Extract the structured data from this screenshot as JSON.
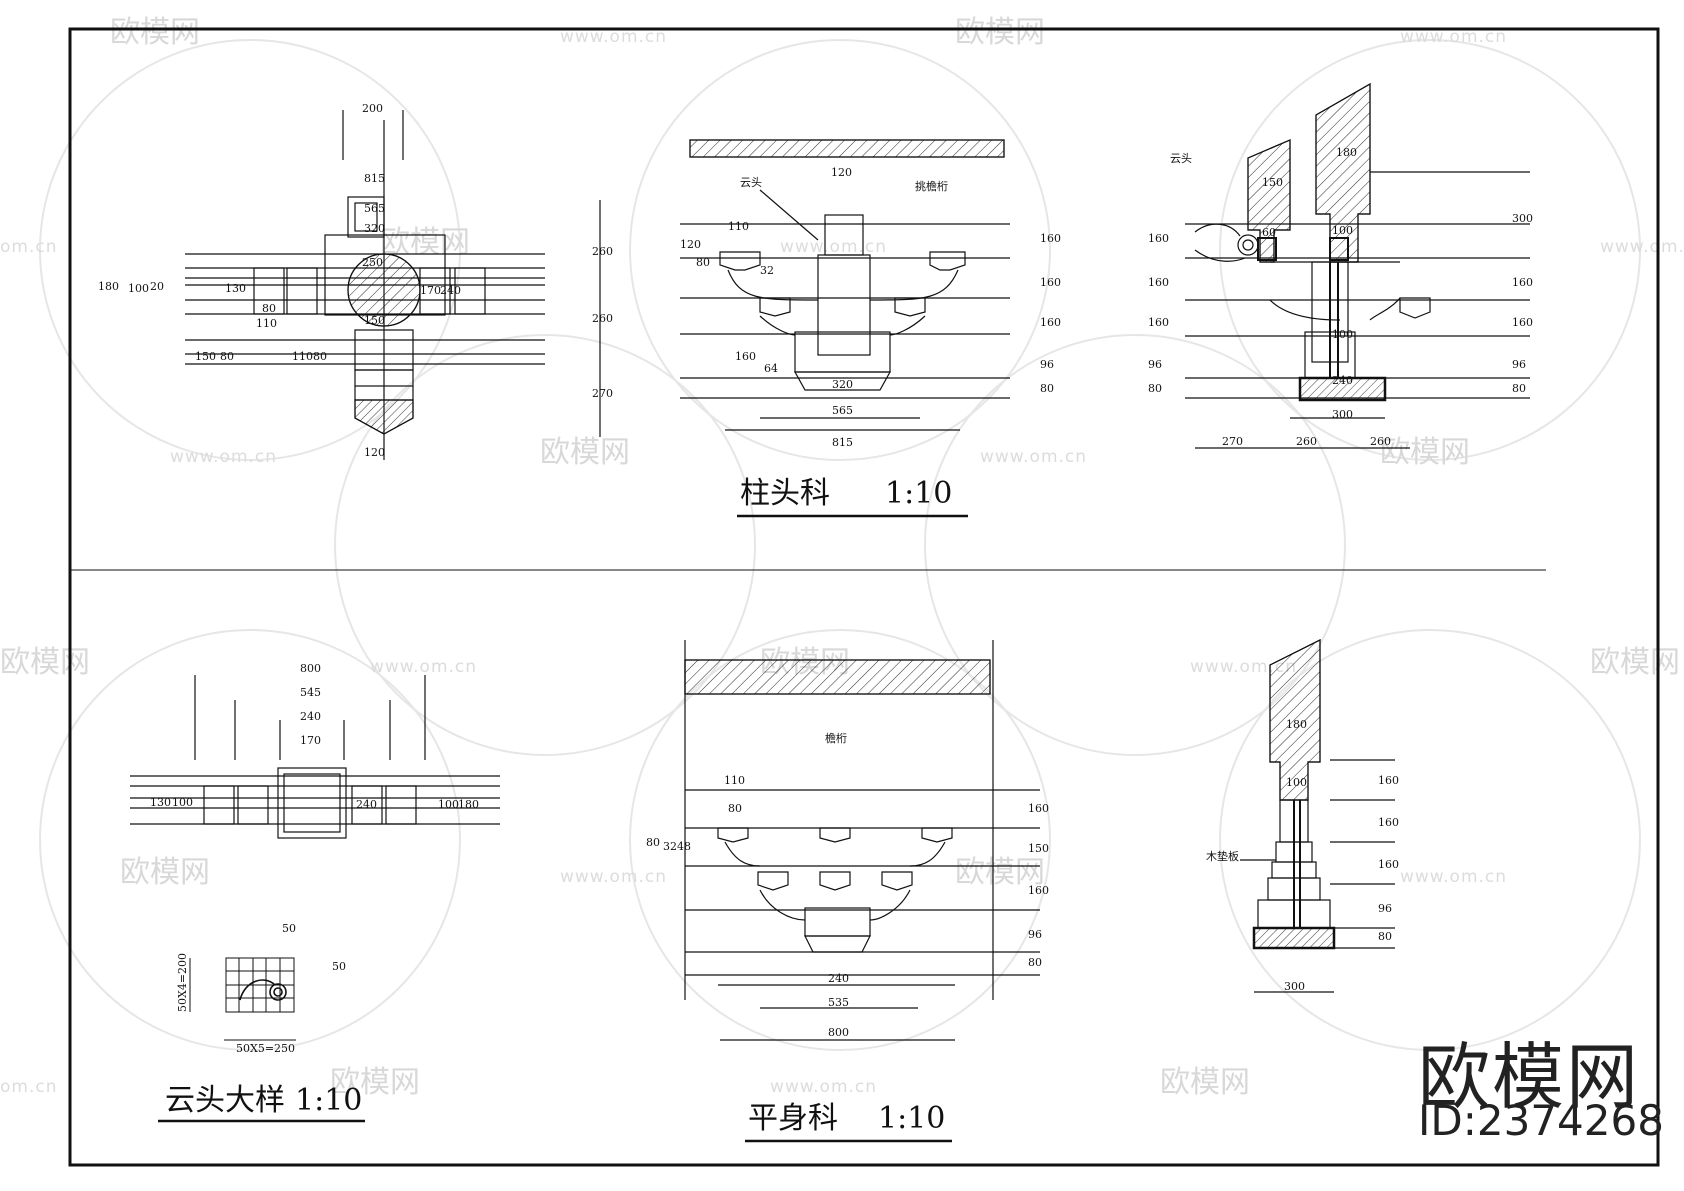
{
  "drawing": {
    "top_section": {
      "title": "柱头科",
      "scale": "1:10",
      "plan_view": {
        "dims": [
          "200",
          "815",
          "565",
          "320",
          "250",
          "180",
          "100",
          "20",
          "130",
          "170",
          "240",
          "80",
          "110",
          "150",
          "150",
          "80",
          "110",
          "80",
          "120"
        ],
        "side_dims": [
          "260",
          "260",
          "270"
        ]
      },
      "elevation_view": {
        "labels": [
          "云头",
          "挑檐桁"
        ],
        "dims": [
          "120",
          "110",
          "120",
          "80",
          "32",
          "160",
          "64",
          "320",
          "565",
          "815"
        ],
        "side_dims": [
          "160",
          "160",
          "160",
          "96",
          "80"
        ]
      },
      "section_view": {
        "labels": [
          "云头"
        ],
        "dims": [
          "180",
          "150",
          "60",
          "100",
          "100",
          "240",
          "300",
          "270",
          "260",
          "260"
        ],
        "left_dims": [
          "160",
          "160",
          "160",
          "96",
          "80"
        ],
        "right_dims": [
          "300",
          "160",
          "160",
          "96",
          "80"
        ]
      }
    },
    "bottom_section": {
      "title": "平身科",
      "scale": "1:10",
      "plan_view": {
        "dims": [
          "800",
          "545",
          "240",
          "170",
          "130",
          "100",
          "240",
          "100",
          "180"
        ]
      },
      "detail_view": {
        "title": "云头大样",
        "scale": "1:10",
        "dims": [
          "50",
          "50",
          "50X4=200",
          "50X5=250"
        ]
      },
      "elevation_view": {
        "labels": [
          "檐桁"
        ],
        "dims": [
          "110",
          "80",
          "80",
          "3248",
          "240",
          "535",
          "800"
        ],
        "side_dims": [
          "160",
          "150",
          "160",
          "96",
          "80"
        ]
      },
      "section_view": {
        "labels": [
          "木垫板"
        ],
        "dims": [
          "180",
          "100",
          "300"
        ],
        "side_dims": [
          "160",
          "160",
          "160",
          "96",
          "80"
        ]
      }
    }
  },
  "watermark": {
    "brand": "欧模网",
    "url": "www.om.cn",
    "url_short": "om.cn",
    "id": "ID:2374268"
  },
  "colors": {
    "line": "#111111",
    "watermark": "#d8d8d8",
    "background": "#ffffff"
  }
}
